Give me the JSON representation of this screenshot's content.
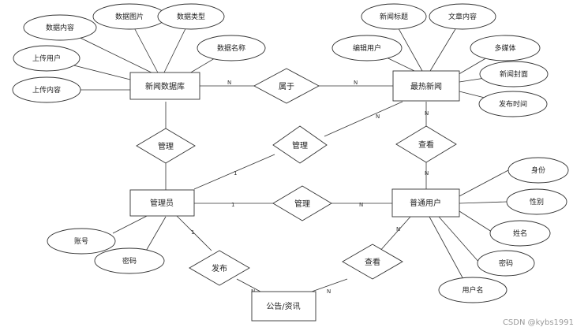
{
  "entities": {
    "news_db": "新闻数据库",
    "hot_news": "最热新闻",
    "admin": "管理员",
    "user": "普通用户",
    "notice": "公告/资讯"
  },
  "relations": {
    "belongs": "属于",
    "manage_db": "管理",
    "manage_news": "管理",
    "manage_user": "管理",
    "view_news": "查看",
    "publish": "发布",
    "view_notice": "查看"
  },
  "attributes": {
    "news_db": [
      "数据内容",
      "数据图片",
      "数据类型",
      "数据名称",
      "上传用户",
      "上传内容"
    ],
    "hot_news": [
      "新闻标题",
      "文章内容",
      "编辑用户",
      "多媒体",
      "新闻封面",
      "发布时间"
    ],
    "admin": [
      "账号",
      "密码"
    ],
    "user": [
      "身份",
      "性别",
      "姓名",
      "密码",
      "用户名"
    ]
  },
  "cardinality": {
    "n": "N",
    "one": "1"
  },
  "watermark": "CSDN @kybs1991"
}
